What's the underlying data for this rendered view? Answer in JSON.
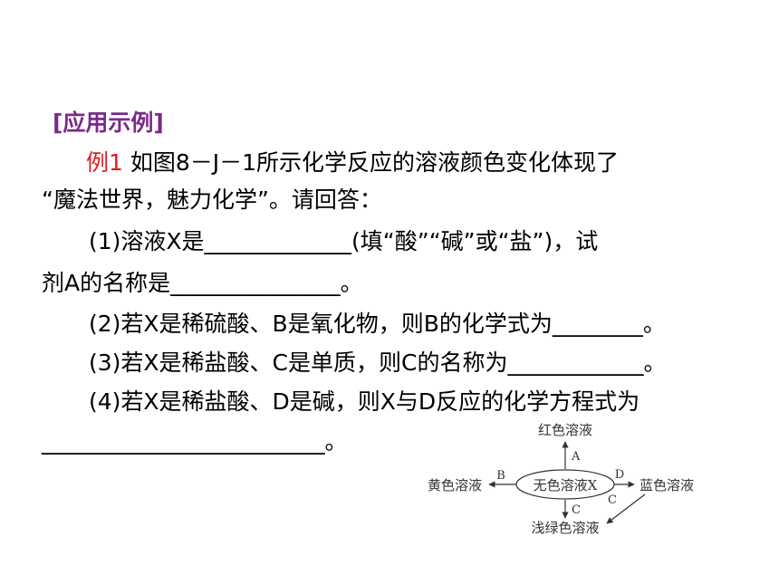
{
  "header": "[应用示例]",
  "example_label": "例1",
  "lines": [
    " 如图8－J－1所示化学反应的溶液颜色变化体现了",
    "“魔法世界，魅力化学”。请回答：",
    "(1)溶液X是_____________(填“酸”“碱”或“盐”)，试",
    "剂A的名称是_______________。",
    "(2)若X是稀硫酸、B是氧化物，则B的化学式为________。",
    "(3)若X是稀盐酸、C是单质，则C的名称为____________。",
    "(4)若X是稀盐酸、D是碱，则X与D反应的化学方程式为",
    "_________________________。"
  ],
  "diagram": {
    "center": "无色溶液X",
    "top": "红色溶液",
    "left": "黄色溶液",
    "right": "蓝色溶液",
    "bottom": "浅绿色溶液",
    "label_a": "A",
    "label_b": "B",
    "label_c": "C",
    "label_d": "D",
    "label_c2": "C"
  }
}
